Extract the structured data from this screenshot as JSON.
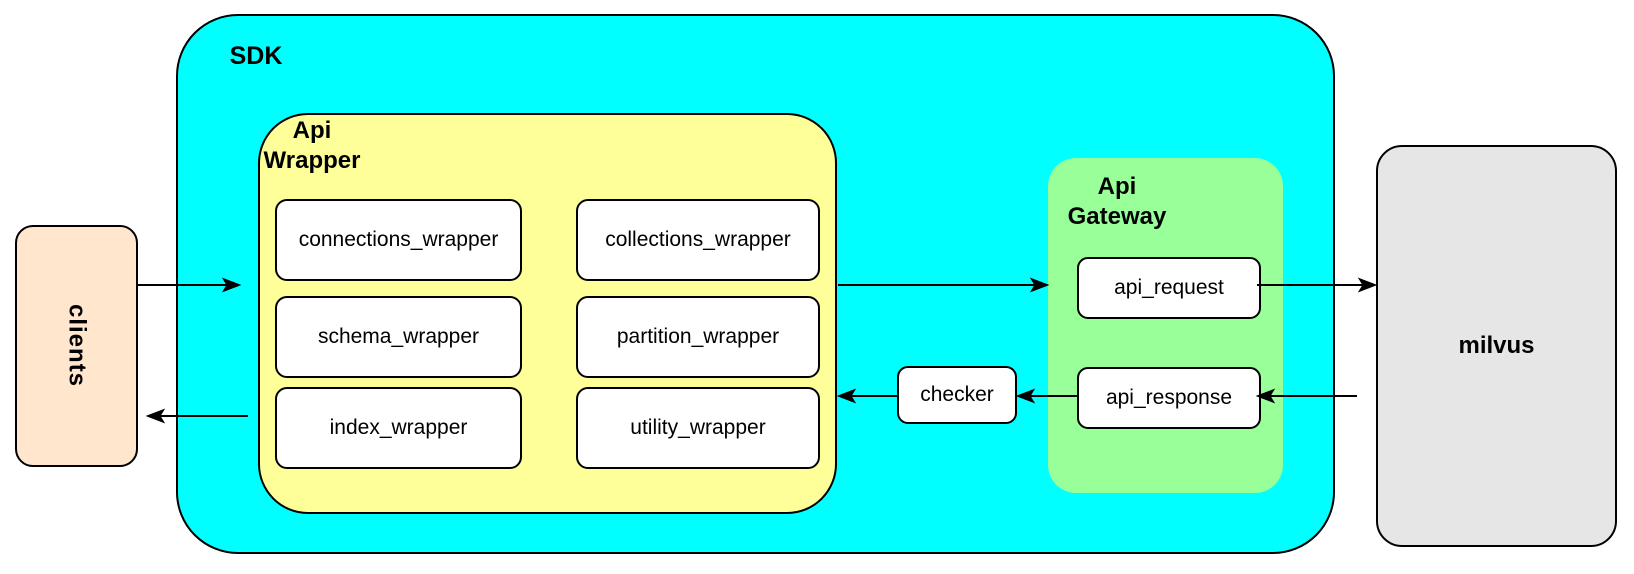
{
  "diagram": {
    "nodes": {
      "clients": "clients",
      "sdk": "SDK",
      "api_wrapper": {
        "line1": "Api",
        "line2": "Wrapper"
      },
      "wrapper_boxes": [
        "connections_wrapper",
        "collections_wrapper",
        "schema_wrapper",
        "partition_wrapper",
        "index_wrapper",
        "utility_wrapper"
      ],
      "checker": "checker",
      "api_gateway": {
        "line1": "Api",
        "line2": "Gateway"
      },
      "api_request": "api_request",
      "api_response": "api_response",
      "milvus": "milvus"
    },
    "edges": [
      {
        "from": "clients",
        "to": "sdk"
      },
      {
        "from": "api_wrapper",
        "to": "api_gateway"
      },
      {
        "from": "api_request",
        "to": "milvus"
      },
      {
        "from": "milvus",
        "to": "api_response"
      },
      {
        "from": "api_response",
        "to": "checker"
      },
      {
        "from": "checker",
        "to": "api_wrapper"
      },
      {
        "from": "sdk",
        "to": "clients"
      }
    ],
    "colors": {
      "sdk_fill": "#00ffff",
      "api_wrapper_fill": "#ffff99",
      "api_gateway_fill": "#99ff99",
      "clients_fill": "#ffe6cc",
      "milvus_fill": "#e6e6e6",
      "inner_box_fill": "#ffffff",
      "border": "#000000",
      "background": "#ffffff"
    }
  }
}
